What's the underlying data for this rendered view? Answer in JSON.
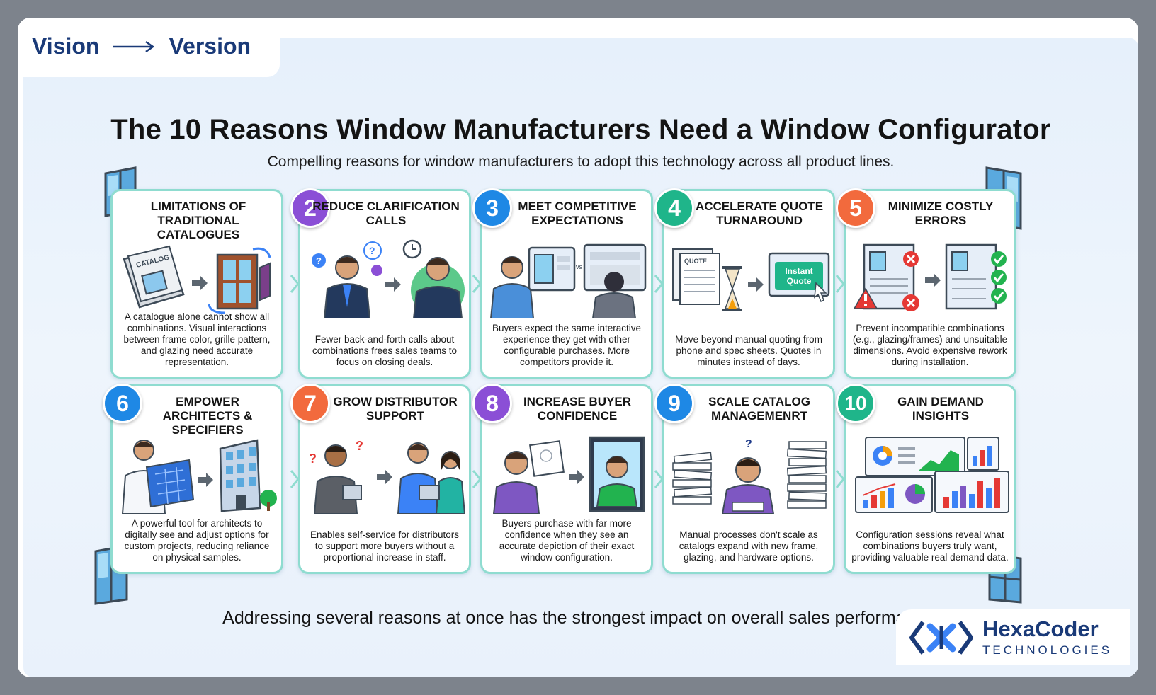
{
  "brand": {
    "left": "Vision",
    "right": "Version"
  },
  "header": {
    "title": "The 10 Reasons Window Manufacturers Need a Window Configurator",
    "subtitle": "Compelling reasons for window manufacturers to adopt this technology across all product lines."
  },
  "cards": [
    {
      "number": "",
      "title": "LIMITATIONS OF TRADITIONAL CATALOGUES",
      "desc": "A catalogue alone cannot show all combinations. Visual interactions between frame color, grille pattern, and glazing need accurate representation.",
      "badge_color": ""
    },
    {
      "number": "2",
      "title": "REDUCE CLARIFICATION CALLS",
      "desc": "Fewer back-and-forth calls about combinations frees sales teams to focus on closing deals.",
      "badge_color": "#8b4fd6"
    },
    {
      "number": "3",
      "title": "MEET COMPETITIVE EXPECTATIONS",
      "desc": "Buyers expect the same interactive experience they get with other configurable purchases. More competitors provide it.",
      "badge_color": "#1e88e5"
    },
    {
      "number": "4",
      "title": "ACCELERATE QUOTE TURNAROUND",
      "desc": "Move beyond manual quoting from phone and spec sheets. Quotes in minutes instead of days.",
      "badge_color": "#1fb58a"
    },
    {
      "number": "5",
      "title": "MINIMIZE COSTLY ERRORS",
      "desc": "Prevent incompatible combinations (e.g., glazing/frames) and unsuitable dimensions. Avoid expensive rework during installation.",
      "badge_color": "#f26a3d"
    },
    {
      "number": "6",
      "title": "EMPOWER ARCHITECTS & SPECIFIERS",
      "desc": "A powerful tool for architects to digitally see and adjust options for custom projects, reducing reliance on physical samples.",
      "badge_color": "#1e88e5"
    },
    {
      "number": "7",
      "title": "GROW DISTRIBUTOR SUPPORT",
      "desc": "Enables self-service for distributors to support more buyers without a proportional increase in staff.",
      "badge_color": "#f26a3d"
    },
    {
      "number": "8",
      "title": "INCREASE BUYER CONFIDENCE",
      "desc": "Buyers purchase with far more confidence when they see an accurate depiction of their exact window configuration.",
      "badge_color": "#8b4fd6"
    },
    {
      "number": "9",
      "title": "SCALE CATALOG MANAGEMENRT",
      "desc": "Manual processes don't scale as catalogs expand with new frame, glazing, and hardware options.",
      "badge_color": "#1e88e5"
    },
    {
      "number": "10",
      "title": "GAIN DEMAND INSIGHTS",
      "desc": "Configuration sessions reveal what combinations buyers truly want, providing valuable real demand data.",
      "badge_color": "#1fb58a"
    }
  ],
  "illustrations": {
    "catalog_label": "CATALOG",
    "vs_label": "vs",
    "quote_label": "QUOTE",
    "instant_quote_line1": "Instant",
    "instant_quote_line2": "Quote"
  },
  "stray_mark": "5",
  "footer_note": "Addressing several reasons at once has the strongest impact on overall sales performance.",
  "logo": {
    "name": "HexaCoder",
    "tagline": "TECHNOLOGIES"
  },
  "colors": {
    "navy": "#1a3a78",
    "card_border": "#8fdcd0",
    "accent_blue": "#1e88e5"
  }
}
